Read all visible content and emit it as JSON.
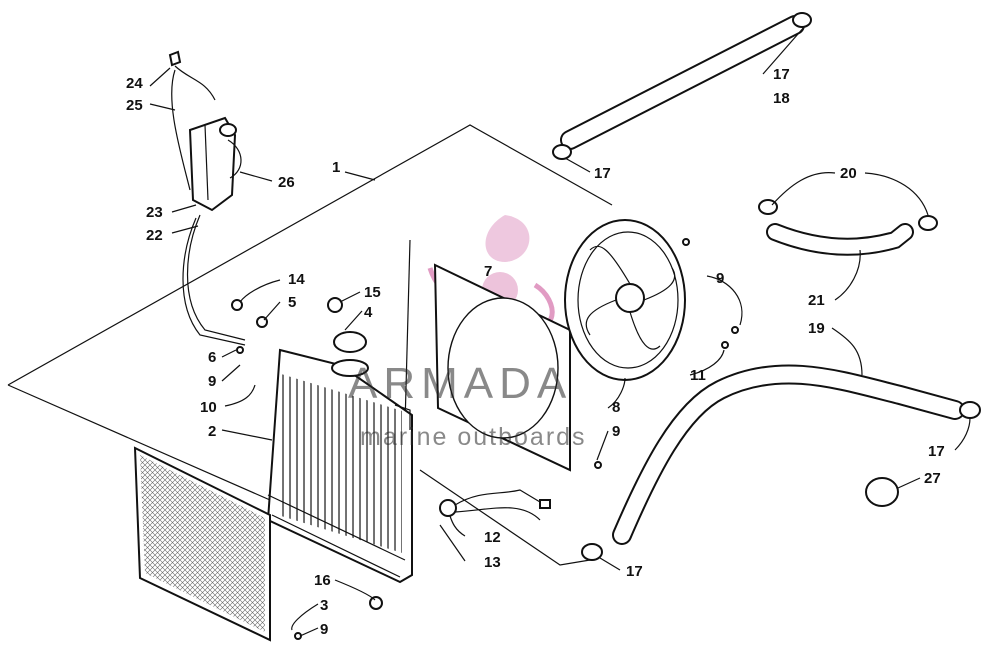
{
  "watermark": {
    "brand": "ARMADA",
    "tagline": "marine outboards",
    "logo_color": "#d77ab0"
  },
  "callouts": [
    {
      "id": "c1",
      "text": "1"
    },
    {
      "id": "c2",
      "text": "2"
    },
    {
      "id": "c3",
      "text": "3"
    },
    {
      "id": "c4",
      "text": "4"
    },
    {
      "id": "c5",
      "text": "5"
    },
    {
      "id": "c6",
      "text": "6"
    },
    {
      "id": "c7",
      "text": "7"
    },
    {
      "id": "c8",
      "text": "8"
    },
    {
      "id": "c9a",
      "text": "9"
    },
    {
      "id": "c9b",
      "text": "9"
    },
    {
      "id": "c9c",
      "text": "9"
    },
    {
      "id": "c9d",
      "text": "9"
    },
    {
      "id": "c10",
      "text": "10"
    },
    {
      "id": "c11",
      "text": "11"
    },
    {
      "id": "c12",
      "text": "12"
    },
    {
      "id": "c13",
      "text": "13"
    },
    {
      "id": "c14",
      "text": "14"
    },
    {
      "id": "c15",
      "text": "15"
    },
    {
      "id": "c16",
      "text": "16"
    },
    {
      "id": "c17a",
      "text": "17"
    },
    {
      "id": "c17b",
      "text": "17"
    },
    {
      "id": "c17c",
      "text": "17"
    },
    {
      "id": "c17d",
      "text": "17"
    },
    {
      "id": "c18",
      "text": "18"
    },
    {
      "id": "c19",
      "text": "19"
    },
    {
      "id": "c20",
      "text": "20"
    },
    {
      "id": "c21",
      "text": "21"
    },
    {
      "id": "c22",
      "text": "22"
    },
    {
      "id": "c23",
      "text": "23"
    },
    {
      "id": "c24",
      "text": "24"
    },
    {
      "id": "c25",
      "text": "25"
    },
    {
      "id": "c26",
      "text": "26"
    },
    {
      "id": "c27",
      "text": "27"
    }
  ]
}
